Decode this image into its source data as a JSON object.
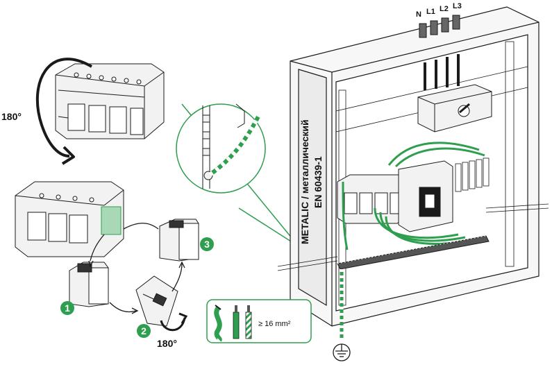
{
  "rotation_top": "180°",
  "rotation_bottom": "180°",
  "steps": [
    "1",
    "2",
    "3"
  ],
  "phases": [
    "N",
    "L1",
    "L2",
    "L3"
  ],
  "enclosure_text_line1": "METALIC / металлический",
  "enclosure_text_line2": "EN 60439-1",
  "conductor_min_section": "≥ 16 mm²",
  "colors": {
    "green": "#2e9e4f",
    "green_dark": "#1d7a3a",
    "line": "#1a1a1a",
    "fill_light": "#f2f2f2",
    "fill_mid": "#d9d9d9"
  }
}
